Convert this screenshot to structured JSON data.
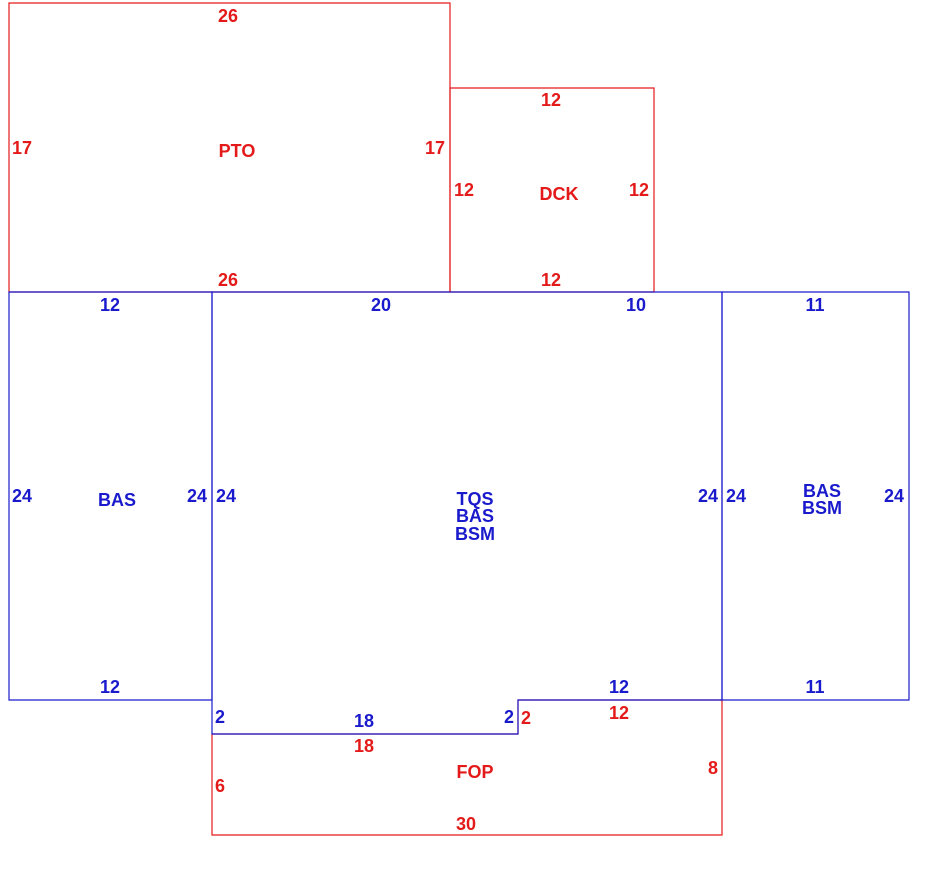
{
  "colors": {
    "red": "#e41a1a",
    "blue": "#1a1acd"
  },
  "areas": {
    "pto": {
      "code": "PTO",
      "top": "26",
      "bottom": "26",
      "left": "17",
      "right": "17"
    },
    "dck": {
      "code": "DCK",
      "top": "12",
      "bottom": "12",
      "left": "12",
      "right": "12"
    },
    "bas_left": {
      "code": "BAS",
      "top": "12",
      "bottom": "12",
      "left": "24",
      "right": "24"
    },
    "main": {
      "code_1": "TQS",
      "code_2": "BAS",
      "code_3": "BSM",
      "top_left": "20",
      "top_right": "10",
      "left": "24",
      "right": "24",
      "bottom_right": "12",
      "notch_left": "2",
      "notch_bottom": "18",
      "notch_right": "2"
    },
    "bas_right": {
      "code_1": "BAS",
      "code_2": "BSM",
      "top": "11",
      "bottom": "11",
      "left": "24",
      "right": "24"
    },
    "fop": {
      "code": "FOP",
      "top_left": "18",
      "top_step": "2",
      "top_right": "12",
      "left": "6",
      "right": "8",
      "bottom": "30"
    }
  }
}
